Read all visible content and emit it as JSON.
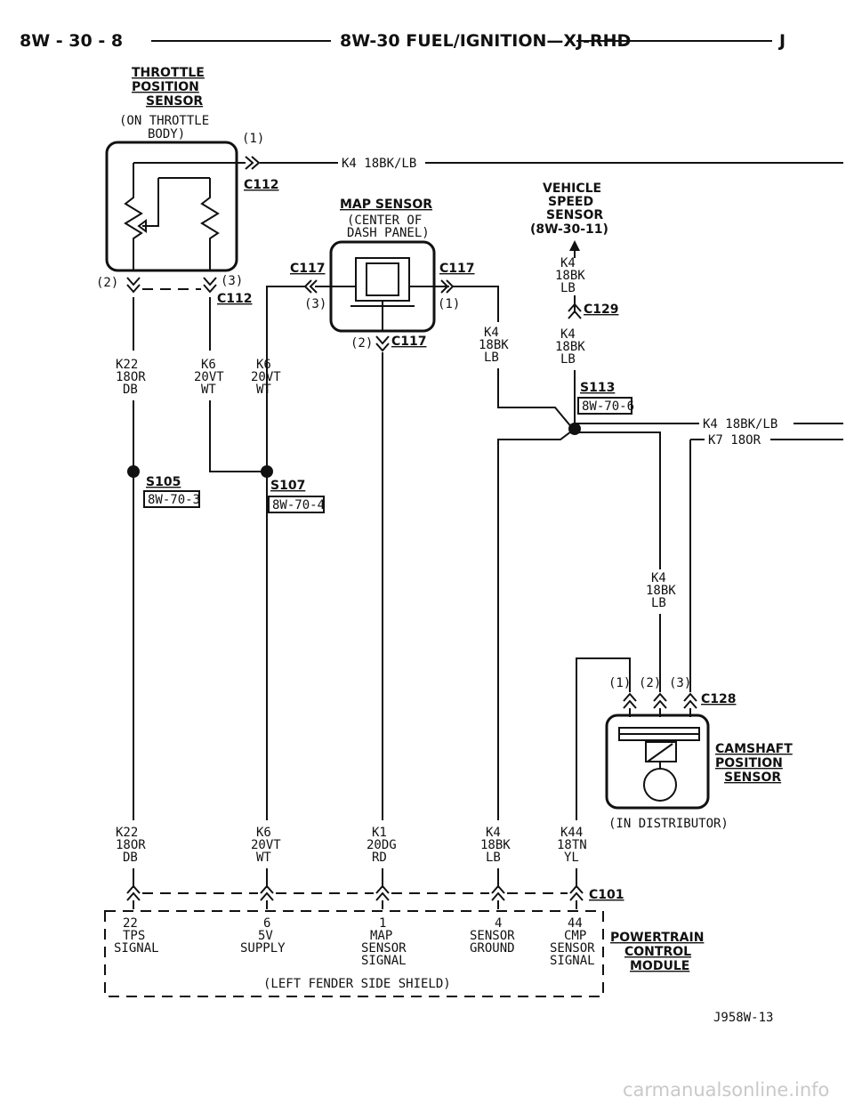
{
  "header": {
    "left": "8W - 30 - 8",
    "center": "8W-30 FUEL/IGNITION—XJ-RHD",
    "right": "J"
  },
  "tps": {
    "title": [
      "THROTTLE",
      "POSITION",
      "SENSOR"
    ],
    "location": [
      "(ON THROTTLE",
      "BODY)"
    ],
    "pin1": "(1)",
    "pin2": "(2)",
    "pin3": "(3)",
    "conn_top": "C112",
    "conn_bottom": "C112"
  },
  "map": {
    "title": "MAP SENSOR",
    "location": [
      "(CENTER OF",
      "DASH PANEL)"
    ],
    "conn_left": "C117",
    "conn_right": "C117",
    "conn_bottom": "C117",
    "pin1": "(1)",
    "pin2": "(2)",
    "pin3": "(3)"
  },
  "vss": {
    "title": [
      "VEHICLE",
      "SPEED",
      "SENSOR",
      "(8W-30-11)"
    ],
    "wire_a": [
      "K4",
      "18BK",
      "LB"
    ],
    "conn": "C129",
    "wire_b": [
      "K4",
      "18BK",
      "LB"
    ]
  },
  "splices": {
    "s113": "S113",
    "s113_ref": "8W-70-6",
    "s105": "S105",
    "s105_ref": "8W-70-3",
    "s107": "S107",
    "s107_ref": "8W-70-4"
  },
  "wires": {
    "top": "K4 18BK/LB",
    "right1": "K4 18BK/LB",
    "right2": "K7 18OR",
    "k22": [
      "K22",
      "18OR",
      "DB"
    ],
    "k6a": [
      "K6",
      "20VT",
      "WT"
    ],
    "k6b": [
      "K6",
      "20VT",
      "WT"
    ],
    "map_k4": [
      "K4",
      "18BK",
      "LB"
    ],
    "cmp_k4": [
      "K4",
      "18BK",
      "LB"
    ]
  },
  "cmp": {
    "title": [
      "CAMSHAFT",
      "POSITION",
      "SENSOR"
    ],
    "location": "(IN DISTRIBUTOR)",
    "pin1": "(1)",
    "pin2": "(2)",
    "pin3": "(3)",
    "conn": "C128"
  },
  "bottom_wires": {
    "k22": [
      "K22",
      "18OR",
      "DB"
    ],
    "k6": [
      "K6",
      "20VT",
      "WT"
    ],
    "k1": [
      "K1",
      "20DG",
      "RD"
    ],
    "k4": [
      "K4",
      "18BK",
      "LB"
    ],
    "k44": [
      "K44",
      "18TN",
      "YL"
    ]
  },
  "pcm": {
    "conn": "C101",
    "title": [
      "POWERTRAIN",
      "CONTROL",
      "MODULE"
    ],
    "location": "(LEFT FENDER SIDE SHIELD)",
    "pins": [
      {
        "num": "22",
        "name": [
          "TPS",
          "SIGNAL"
        ]
      },
      {
        "num": "6",
        "name": [
          "5V",
          "SUPPLY"
        ]
      },
      {
        "num": "1",
        "name": [
          "MAP",
          "SENSOR",
          "SIGNAL"
        ]
      },
      {
        "num": "4",
        "name": [
          "SENSOR",
          "GROUND"
        ]
      },
      {
        "num": "44",
        "name": [
          "CMP",
          "SENSOR",
          "SIGNAL"
        ]
      }
    ]
  },
  "figure_id": "J958W-13",
  "watermark": "carmanualsonline.info"
}
